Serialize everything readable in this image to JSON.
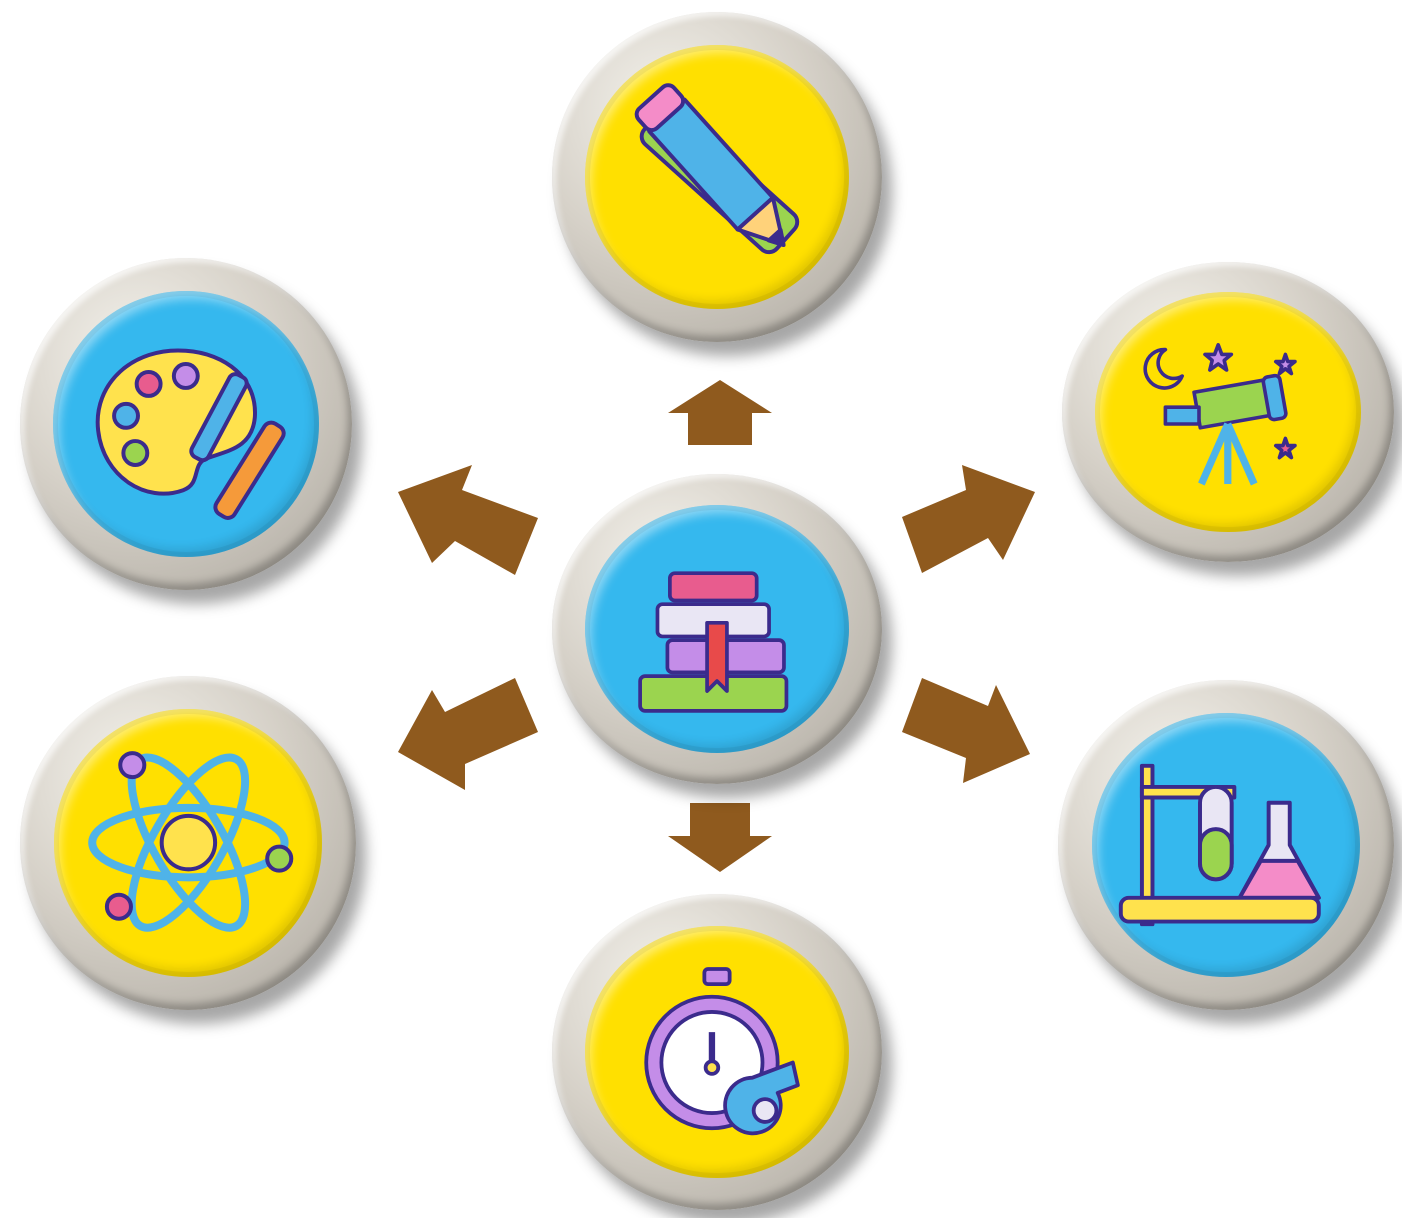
{
  "colors": {
    "arrow": "#8f5a1e",
    "yellow": "#ffe000",
    "blue": "#35b8ee",
    "outline": "#3b2b8c",
    "frame": "#d6d1c8"
  },
  "center": {
    "icon": "books-icon",
    "fill": "blue"
  },
  "badges": [
    {
      "id": "top",
      "icon": "pencil-ruler-icon",
      "fill": "yellow"
    },
    {
      "id": "top-left",
      "icon": "palette-brush-icon",
      "fill": "blue"
    },
    {
      "id": "top-right",
      "icon": "telescope-icon",
      "fill": "yellow"
    },
    {
      "id": "bottom-left",
      "icon": "atom-icon",
      "fill": "yellow"
    },
    {
      "id": "bottom-right",
      "icon": "lab-flasks-icon",
      "fill": "blue"
    },
    {
      "id": "bottom",
      "icon": "stopwatch-whistle-icon",
      "fill": "yellow"
    }
  ]
}
